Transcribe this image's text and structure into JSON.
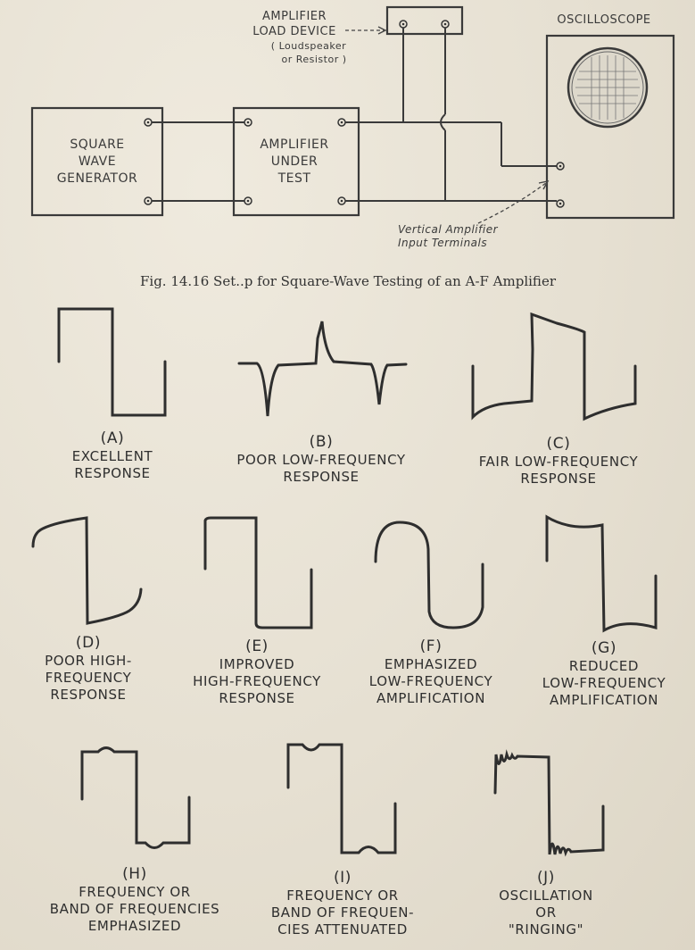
{
  "setup": {
    "generator_lines": [
      "SQUARE",
      "WAVE",
      "GENERATOR"
    ],
    "amplifier_lines": [
      "AMPLIFIER",
      "UNDER",
      "TEST"
    ],
    "load_label_lines": [
      "AMPLIFIER",
      "LOAD DEVICE"
    ],
    "load_sub_lines": [
      "( Loudspeaker",
      "or Resistor )"
    ],
    "scope_label": "OSCILLOSCOPE",
    "terminals_lines": [
      "Vertical Amplifier",
      "Input Terminals"
    ],
    "figure_caption": "Fig. 14.16   Set..p for Square-Wave Testing of an A-F Amplifier"
  },
  "waveforms": [
    {
      "letter": "(A)",
      "lines": [
        "EXCELLENT",
        "RESPONSE"
      ]
    },
    {
      "letter": "(B)",
      "lines": [
        "POOR  LOW-FREQUENCY",
        "RESPONSE"
      ]
    },
    {
      "letter": "(C)",
      "lines": [
        "FAIR  LOW-FREQUENCY",
        "RESPONSE"
      ]
    },
    {
      "letter": "(D)",
      "lines": [
        "POOR HIGH-",
        "FREQUENCY",
        "RESPONSE"
      ]
    },
    {
      "letter": "(E)",
      "lines": [
        "IMPROVED",
        "HIGH-FREQUENCY",
        "RESPONSE"
      ]
    },
    {
      "letter": "(F)",
      "lines": [
        "EMPHASIZED",
        "LOW-FREQUENCY",
        "AMPLIFICATION"
      ]
    },
    {
      "letter": "(G)",
      "lines": [
        "REDUCED",
        "LOW-FREQUENCY",
        "AMPLIFICATION"
      ]
    },
    {
      "letter": "(H)",
      "lines": [
        "FREQUENCY OR",
        "BAND OF FREQUENCIES",
        "EMPHASIZED"
      ]
    },
    {
      "letter": "(I)",
      "lines": [
        "FREQUENCY  OR",
        "BAND OF FREQUEN-",
        "CIES ATTENUATED"
      ]
    },
    {
      "letter": "(J)",
      "lines": [
        "OSCILLATION",
        "OR",
        "\"RINGING\""
      ]
    }
  ]
}
